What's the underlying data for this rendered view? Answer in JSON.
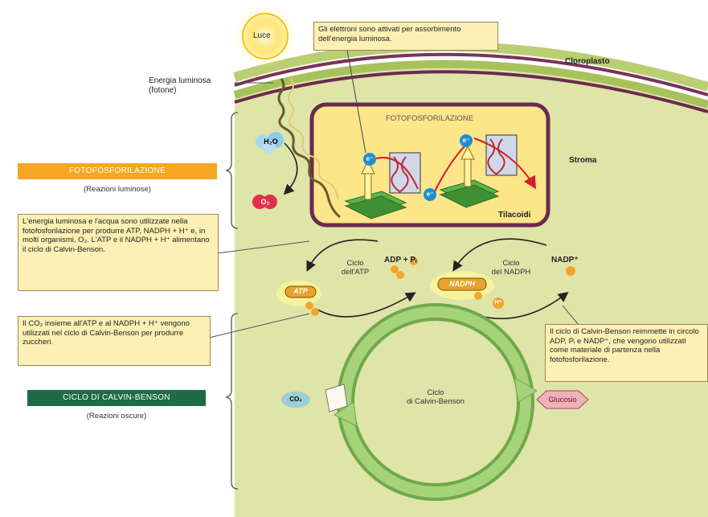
{
  "labels": {
    "sun": "Luce",
    "light_energy_line1": "Energia luminosa",
    "light_energy_line2": "(fotone)",
    "chloroplast": "Cloroplasto",
    "stroma": "Stroma",
    "thylakoids": "Tilacoidi",
    "photophosphorylation_inner": "FOTOFOSFORILAZIONE",
    "h2o": "H₂O",
    "o2": "O₂",
    "electron": "e⁻",
    "atp_cycle_line1": "Ciclo",
    "atp_cycle_line2": "dell'ATP",
    "nadph_cycle_line1": "Ciclo",
    "nadph_cycle_line2": "del NADPH",
    "adp_pi": "ADP + Pᵢ",
    "nadp_plus": "NADP⁺",
    "atp": "ATP",
    "nadph": "NADPH",
    "h_plus": "H⁺",
    "co2": "CO₂",
    "calvin_line1": "Ciclo",
    "calvin_line2": "di Calvin-Benson",
    "glucose": "Glucosio"
  },
  "callouts": {
    "electrons": "Gli elettroni sono attivati per assorbimento dell'energia luminosa.",
    "light_water": "L'energia luminosa e l'acqua sono utilizzate nella fotofosforilazione per produrre ATP, NADPH + H⁺ e, in molti organismi, O₂. L'ATP e il NADPH + H⁺ alimentano il ciclo di Calvin-Benson.",
    "co2_use": "Il CO₂ insieme all'ATP e al NADPH + H⁺ vengono utilizzati nel ciclo di Calvin-Benson per produrre zuccheri.",
    "recycle": "Il ciclo di Calvin-Benson reimmette in circolo ADP, Pᵢ e NADP⁺, che vengono utilizzati come materiale di partenza nella fotofosforilazione."
  },
  "sections": {
    "photo_title": "FOTOFOSFORILAZIONE",
    "photo_sub": "(Reazioni luminose)",
    "calvin_title": "CICLO DI CALVIN-BENSON",
    "calvin_sub": "(Reazioni oscure)"
  },
  "colors": {
    "photo_band": "#f5a623",
    "calvin_band": "#1e6b45",
    "stroma": "#dfe4a8",
    "membrane": "#6b2a4f",
    "thylakoid_fill": "#fde58a",
    "calvin_ring": "#93c26a"
  }
}
